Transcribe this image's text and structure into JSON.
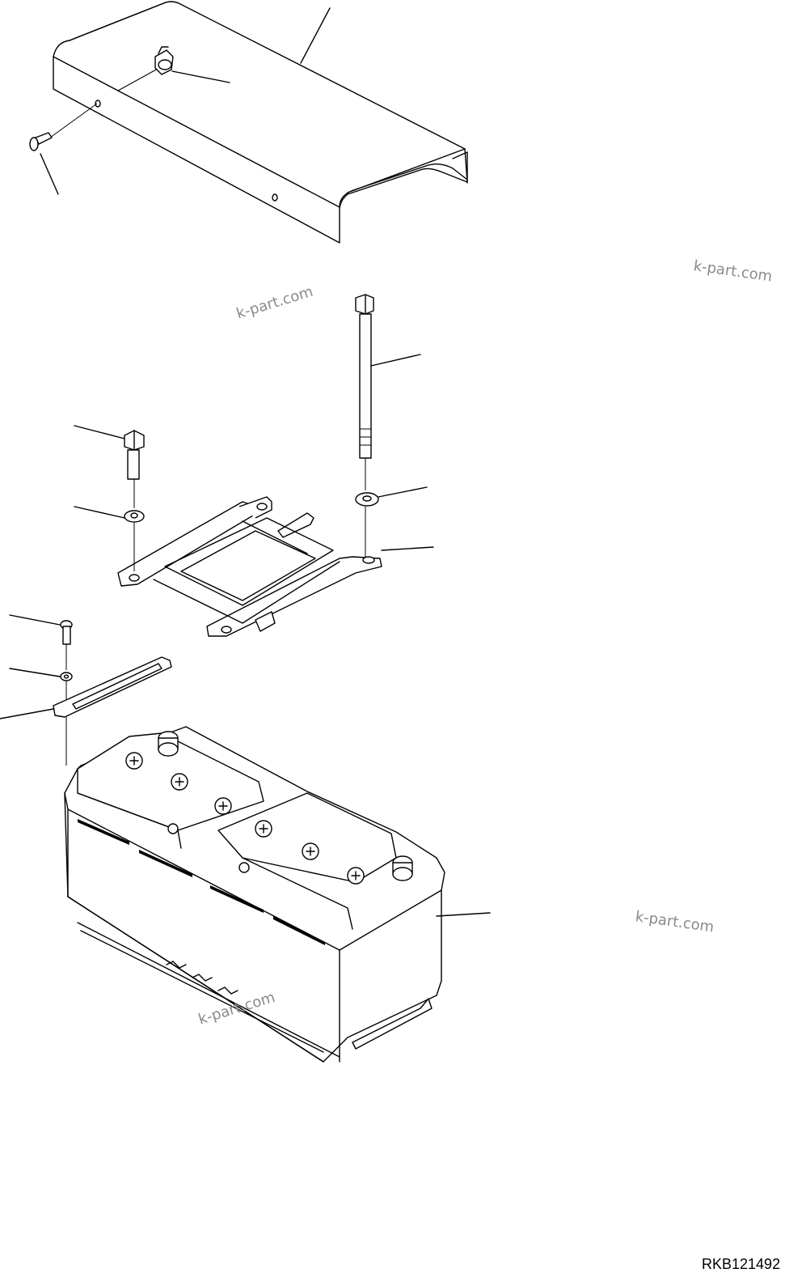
{
  "watermarks": [
    "k-part.com",
    "k-part.com",
    "k-part.com",
    "k-part.com"
  ],
  "figure_id": "RKB121492"
}
